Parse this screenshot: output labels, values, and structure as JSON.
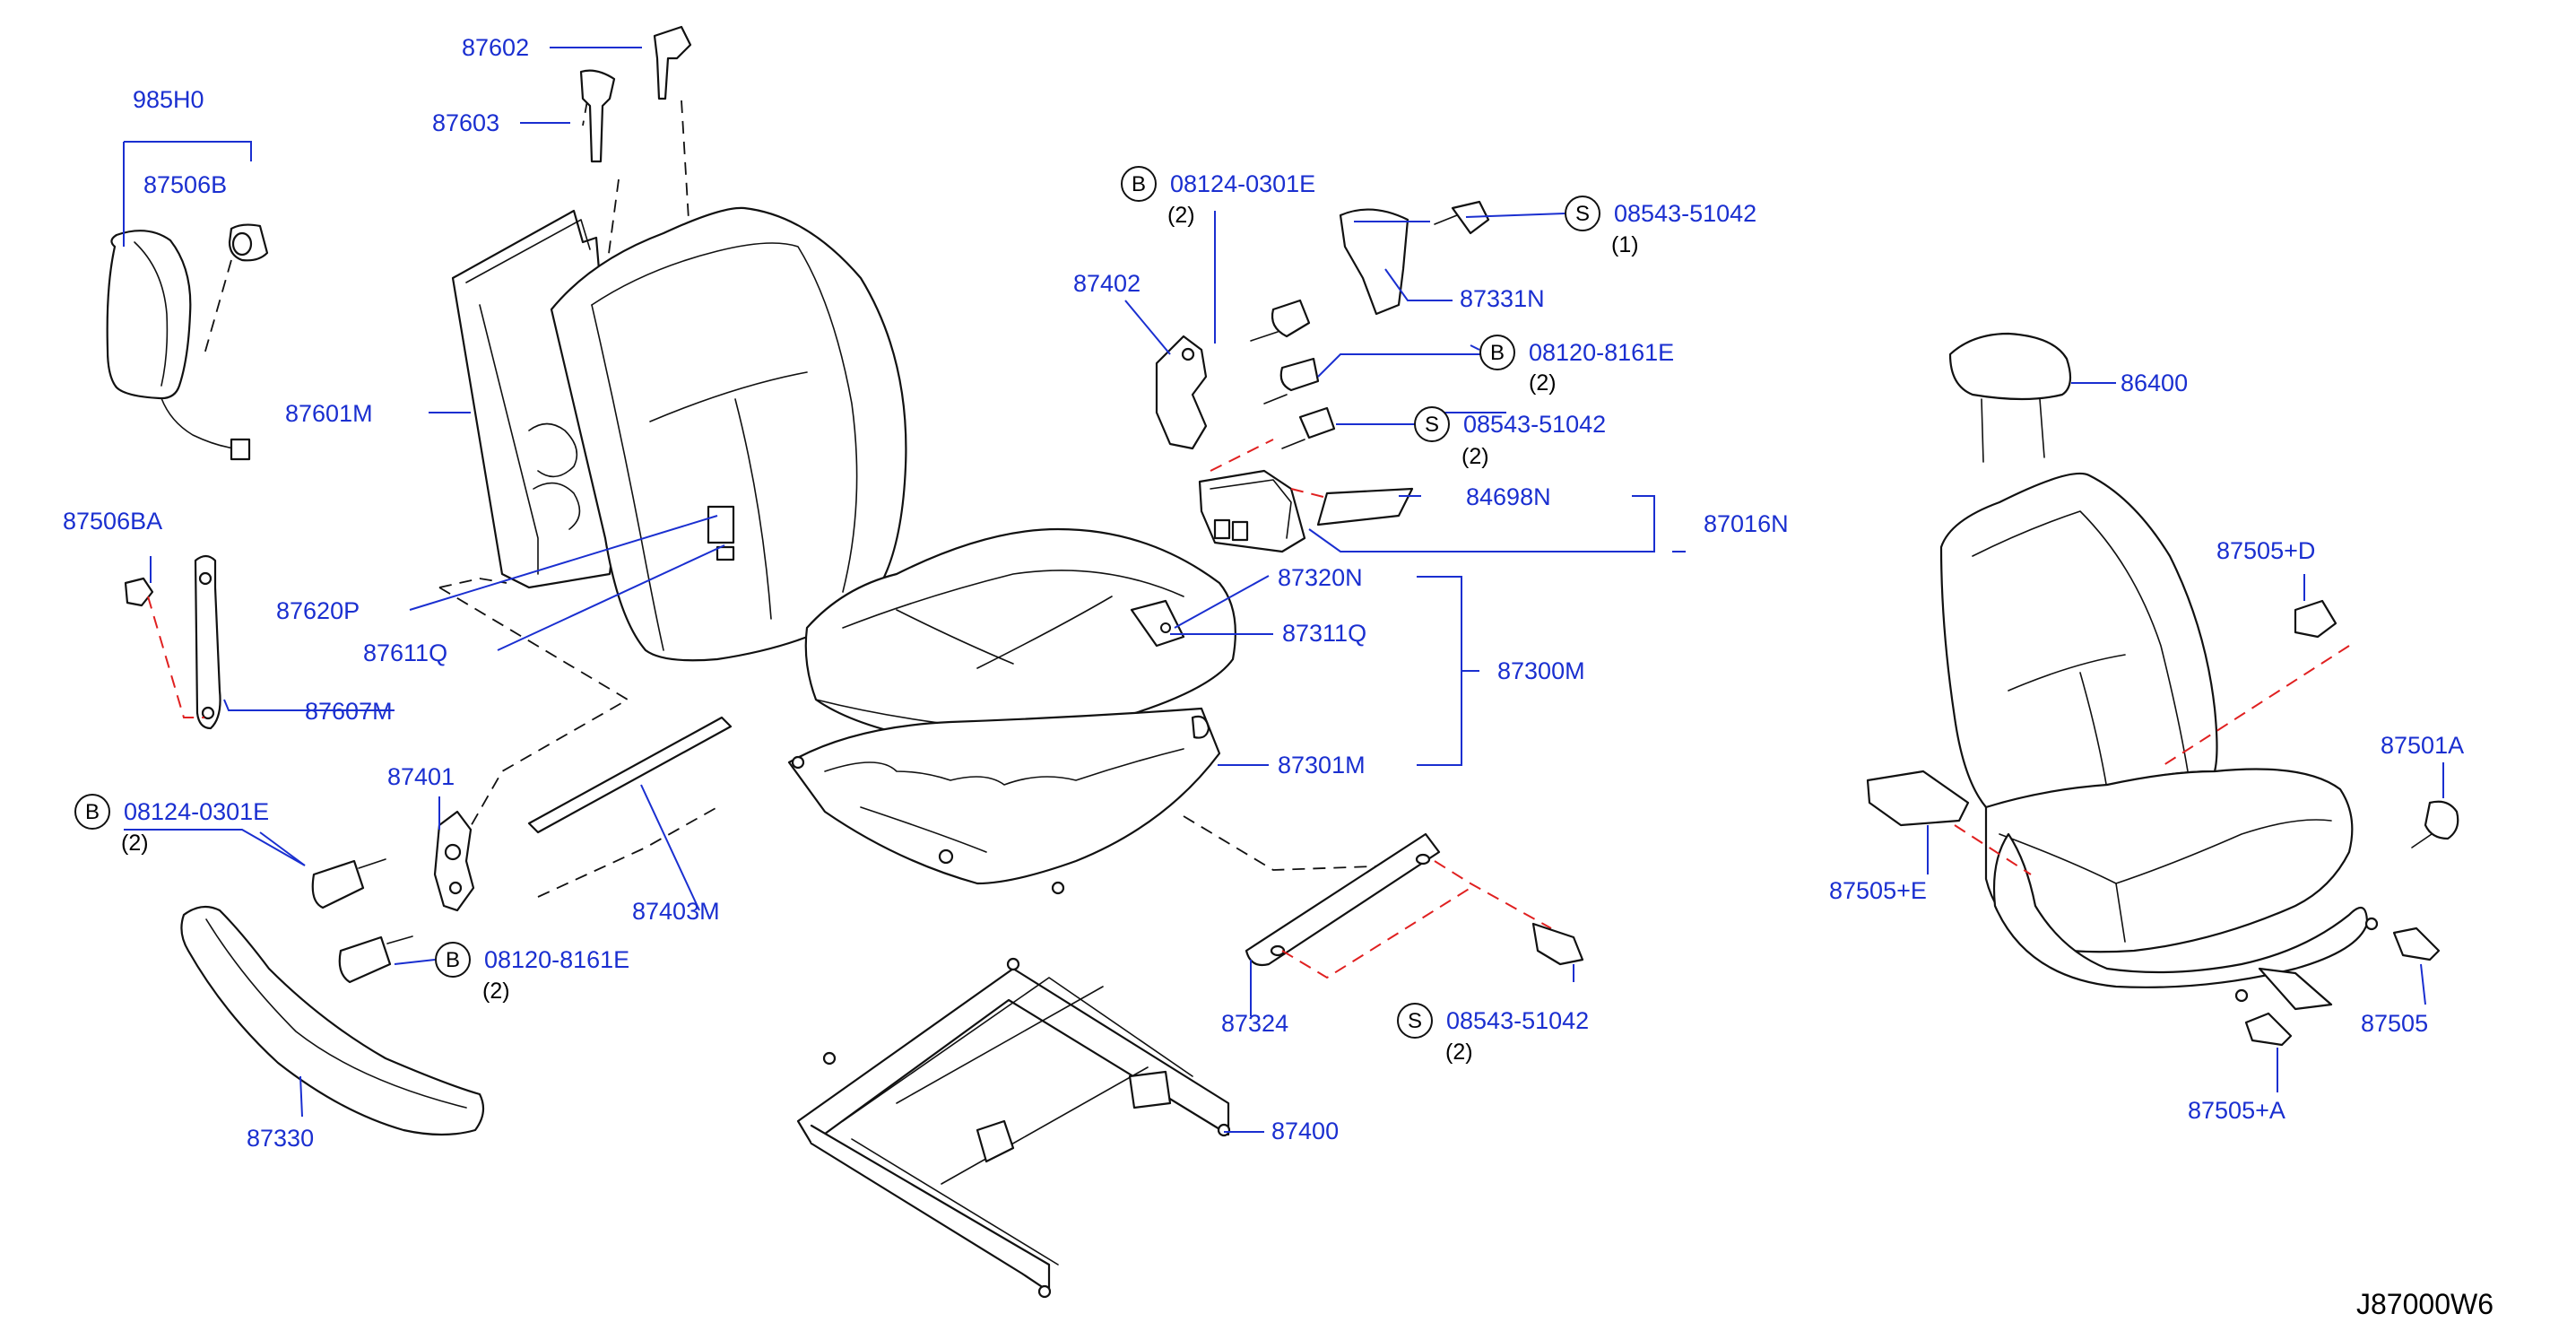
{
  "diagram_code": "J87000W6",
  "callouts": {
    "c87602": "87602",
    "c87603": "87603",
    "c985H0": "985H0",
    "c87506B": "87506B",
    "c87601M": "87601M",
    "c87506BA": "87506BA",
    "c87620P": "87620P",
    "c87611Q": "87611Q",
    "c87607M": "87607M",
    "c87401": "87401",
    "c87403M": "87403M",
    "c87330": "87330",
    "c87402": "87402",
    "c87331N": "87331N",
    "c84698N": "84698N",
    "c87016N": "87016N",
    "c87320N": "87320N",
    "c87311Q": "87311Q",
    "c87300M": "87300M",
    "c87301M": "87301M",
    "c87324": "87324",
    "c87400": "87400",
    "c86400": "86400",
    "c87505D": "87505+D",
    "c87501A": "87501A",
    "c87505E": "87505+E",
    "c87505": "87505",
    "c87505A": "87505+A"
  },
  "fasteners": [
    {
      "prefix": "B",
      "part": "08124-0301E",
      "qty": "(2)"
    },
    {
      "prefix": "S",
      "part": "08543-51042",
      "qty": "(1)"
    },
    {
      "prefix": "B",
      "part": "08120-8161E",
      "qty": "(2)"
    },
    {
      "prefix": "S",
      "part": "08543-51042",
      "qty": "(2)"
    },
    {
      "prefix": "B",
      "part": "08124-0301E",
      "qty": "(2)"
    },
    {
      "prefix": "B",
      "part": "08120-8161E",
      "qty": "(2)"
    },
    {
      "prefix": "S",
      "part": "08543-51042",
      "qty": "(2)"
    }
  ]
}
